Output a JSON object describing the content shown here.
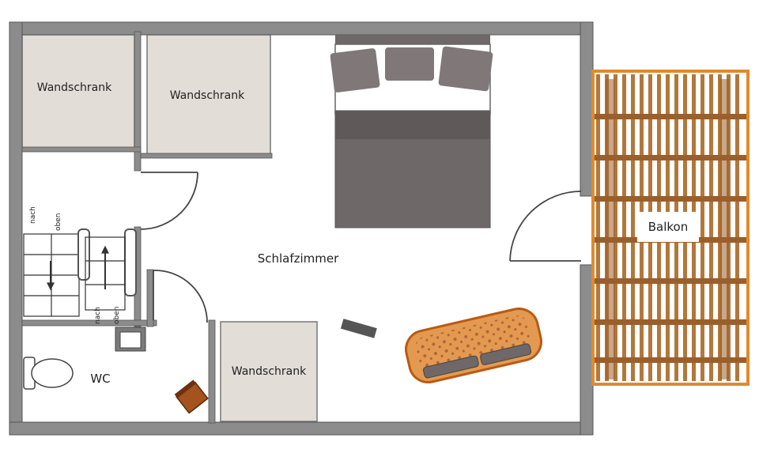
{
  "rooms": {
    "wardrobe_1": "Wandschrank",
    "wardrobe_2": "Wandschrank",
    "wardrobe_3": "Wandschrank",
    "bedroom": "Schlafzimmer",
    "balcony": "Balkon",
    "wc": "WC"
  },
  "stairs": {
    "left_1": "nach",
    "left_2": "oben",
    "right_1": "nach",
    "right_2": "oben"
  },
  "colors": {
    "wall": "#8c8c8c",
    "wardrobe": "#e2ddd7",
    "bed": "#6e6868",
    "pillow": "#807878",
    "balcony_wood": "#b2773b",
    "balcony_frame": "#e08a2c",
    "couch_fill": "#e39a50",
    "couch_rim": "#b95a14"
  },
  "icons": [
    "door-swing-icon",
    "bed-icon",
    "couch-icon",
    "toilet-icon",
    "sink-icon",
    "chair-icon",
    "stairs-icon"
  ]
}
